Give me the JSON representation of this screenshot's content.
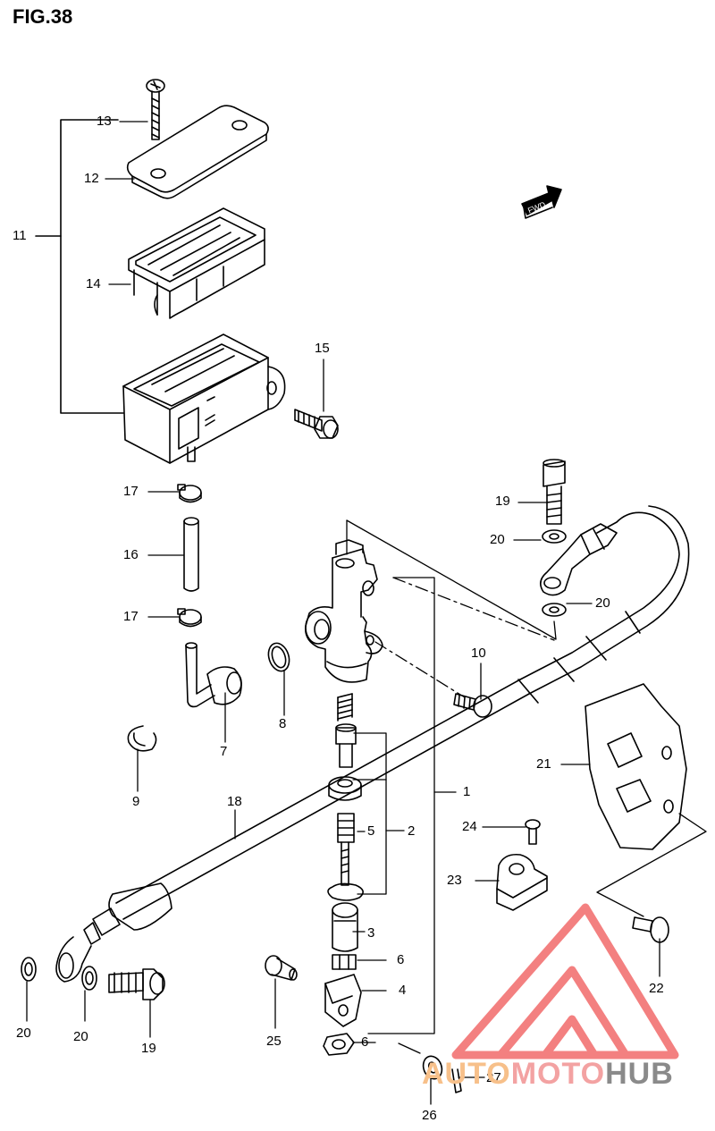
{
  "figure": {
    "title": "FIG.38"
  },
  "fwd_label": "FWD",
  "watermark": {
    "part1": "AUTO",
    "part2": "MOTO",
    "part3": "HUB",
    "colors": {
      "auto": "#f7c08a",
      "moto": "#f3a2a2",
      "hub": "#8a8a8a",
      "logo": "#f26b6b"
    }
  },
  "callouts": {
    "c1": "1",
    "c2": "2",
    "c3": "3",
    "c4": "4",
    "c5": "5",
    "c6a": "6",
    "c6b": "6",
    "c7": "7",
    "c8": "8",
    "c9": "9",
    "c10": "10",
    "c11": "11",
    "c12": "12",
    "c13": "13",
    "c14": "14",
    "c15": "15",
    "c16": "16",
    "c17a": "17",
    "c17b": "17",
    "c18": "18",
    "c19a": "19",
    "c19b": "19",
    "c20a": "20",
    "c20b": "20",
    "c20c": "20",
    "c20d": "20",
    "c21": "21",
    "c22": "22",
    "c23": "23",
    "c24": "24",
    "c25": "25",
    "c26": "26",
    "c27": "27"
  }
}
